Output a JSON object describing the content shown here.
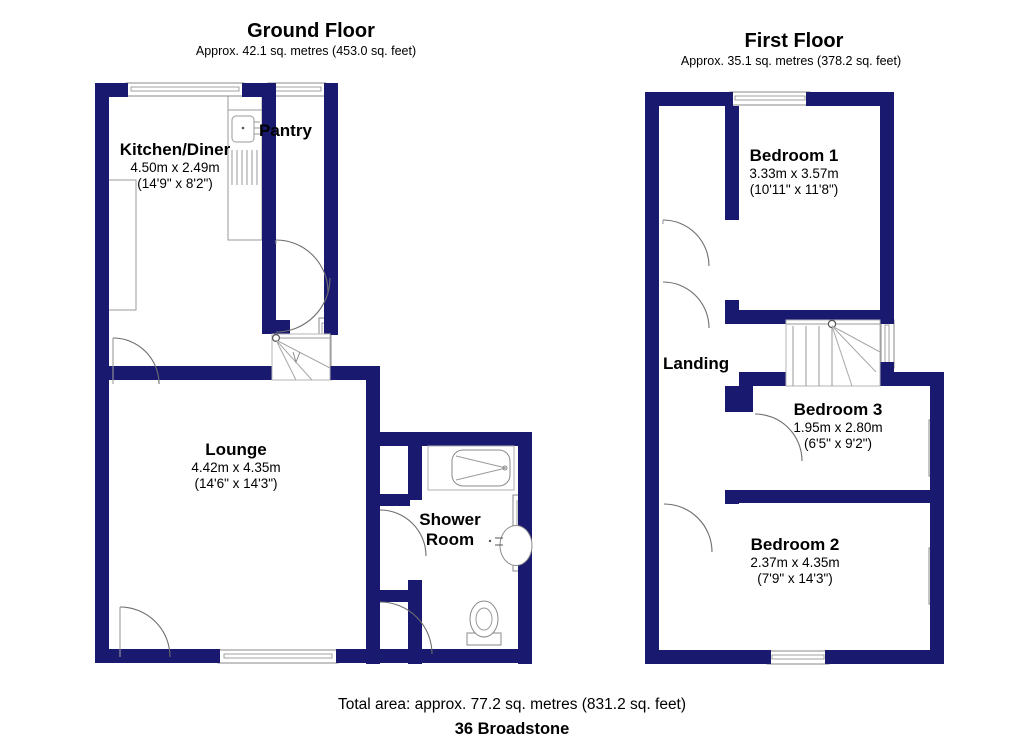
{
  "document": {
    "type": "floor-plan",
    "address": "36 Broadstone",
    "total_area_text": "Total area: approx. 77.2 sq. metres (831.2 sq. feet)",
    "wall_color": "#191970",
    "background_color": "#ffffff",
    "text_color": "#000000"
  },
  "floors": [
    {
      "id": "ground",
      "title": "Ground Floor",
      "subtitle": "Approx. 42.1 sq. metres (453.0 sq. feet)",
      "rooms": [
        {
          "id": "kitchen-diner",
          "name": "Kitchen/Diner",
          "dim_metric": "4.50m x 2.49m",
          "dim_imperial": "(14'9\" x 8'2\")"
        },
        {
          "id": "pantry",
          "name": "Pantry",
          "dim_metric": "",
          "dim_imperial": ""
        },
        {
          "id": "lounge",
          "name": "Lounge",
          "dim_metric": "4.42m x 4.35m",
          "dim_imperial": "(14'6\" x 14'3\")"
        },
        {
          "id": "shower-room",
          "name_line1": "Shower",
          "name_line2": "Room",
          "dim_metric": "",
          "dim_imperial": ""
        }
      ]
    },
    {
      "id": "first",
      "title": "First Floor",
      "subtitle": "Approx. 35.1 sq. metres (378.2 sq. feet)",
      "rooms": [
        {
          "id": "bedroom-1",
          "name": "Bedroom 1",
          "dim_metric": "3.33m x 3.57m",
          "dim_imperial": "(10'11\" x 11'8\")"
        },
        {
          "id": "bedroom-3",
          "name": "Bedroom 3",
          "dim_metric": "1.95m x 2.80m",
          "dim_imperial": "(6'5\" x 9'2\")"
        },
        {
          "id": "bedroom-2",
          "name": "Bedroom 2",
          "dim_metric": "2.37m x 4.35m",
          "dim_imperial": "(7'9\" x 14'3\")"
        },
        {
          "id": "landing",
          "name": "Landing",
          "dim_metric": "",
          "dim_imperial": ""
        }
      ]
    }
  ],
  "fixtures": [
    {
      "id": "kitchen-sink",
      "label": "sink-icon"
    },
    {
      "id": "kitchen-counter",
      "label": "counter-icon"
    },
    {
      "id": "shower-tray",
      "label": "shower-tray-icon"
    },
    {
      "id": "wash-basin",
      "label": "basin-icon"
    },
    {
      "id": "toilet",
      "label": "toilet-icon"
    },
    {
      "id": "staircase-ground",
      "label": "stairs-icon"
    },
    {
      "id": "staircase-first",
      "label": "stairs-icon"
    }
  ]
}
